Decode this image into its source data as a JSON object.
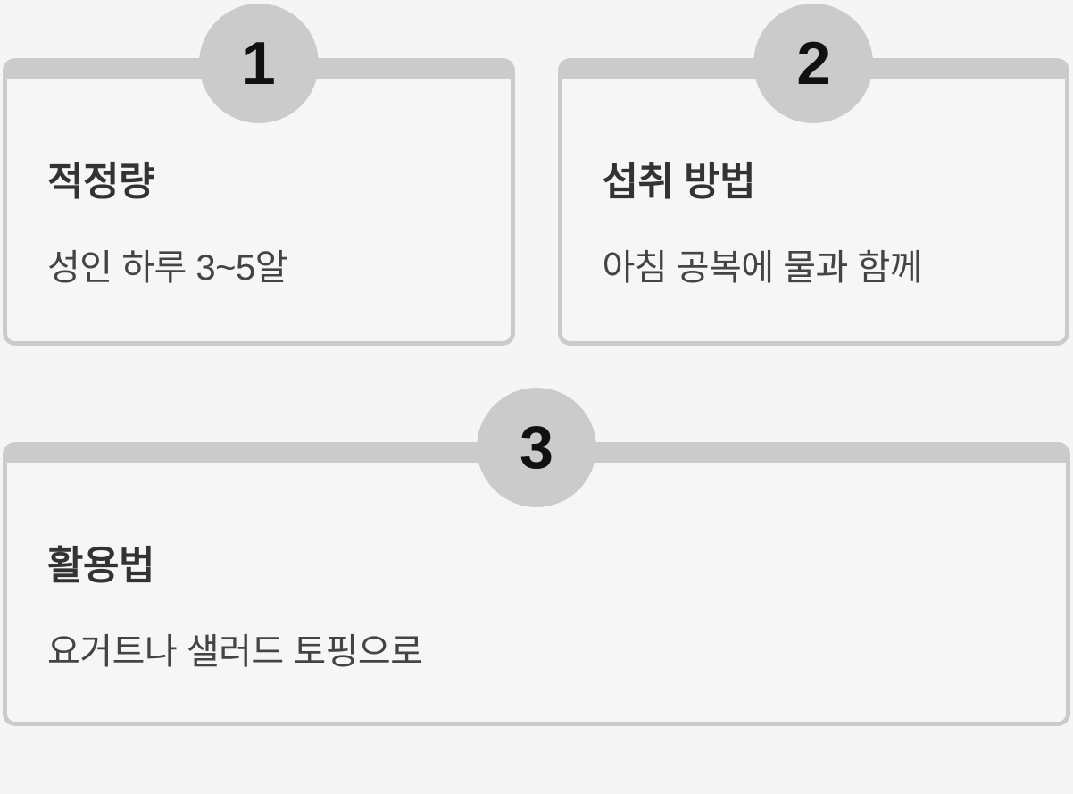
{
  "page": {
    "background_color": "#f5f5f5",
    "card_background_color": "#f6f6f6",
    "accent_gray_color": "#cbcbcb",
    "number_text_color": "#111111",
    "title_text_color": "#333333",
    "body_text_color": "#444444"
  },
  "cards": [
    {
      "number": "1",
      "title": "적정량",
      "description": "성인 하루 3~5알"
    },
    {
      "number": "2",
      "title": "섭취 방법",
      "description": "아침 공복에 물과 함께"
    },
    {
      "number": "3",
      "title": "활용법",
      "description": "요거트나 샐러드 토핑으로"
    }
  ]
}
